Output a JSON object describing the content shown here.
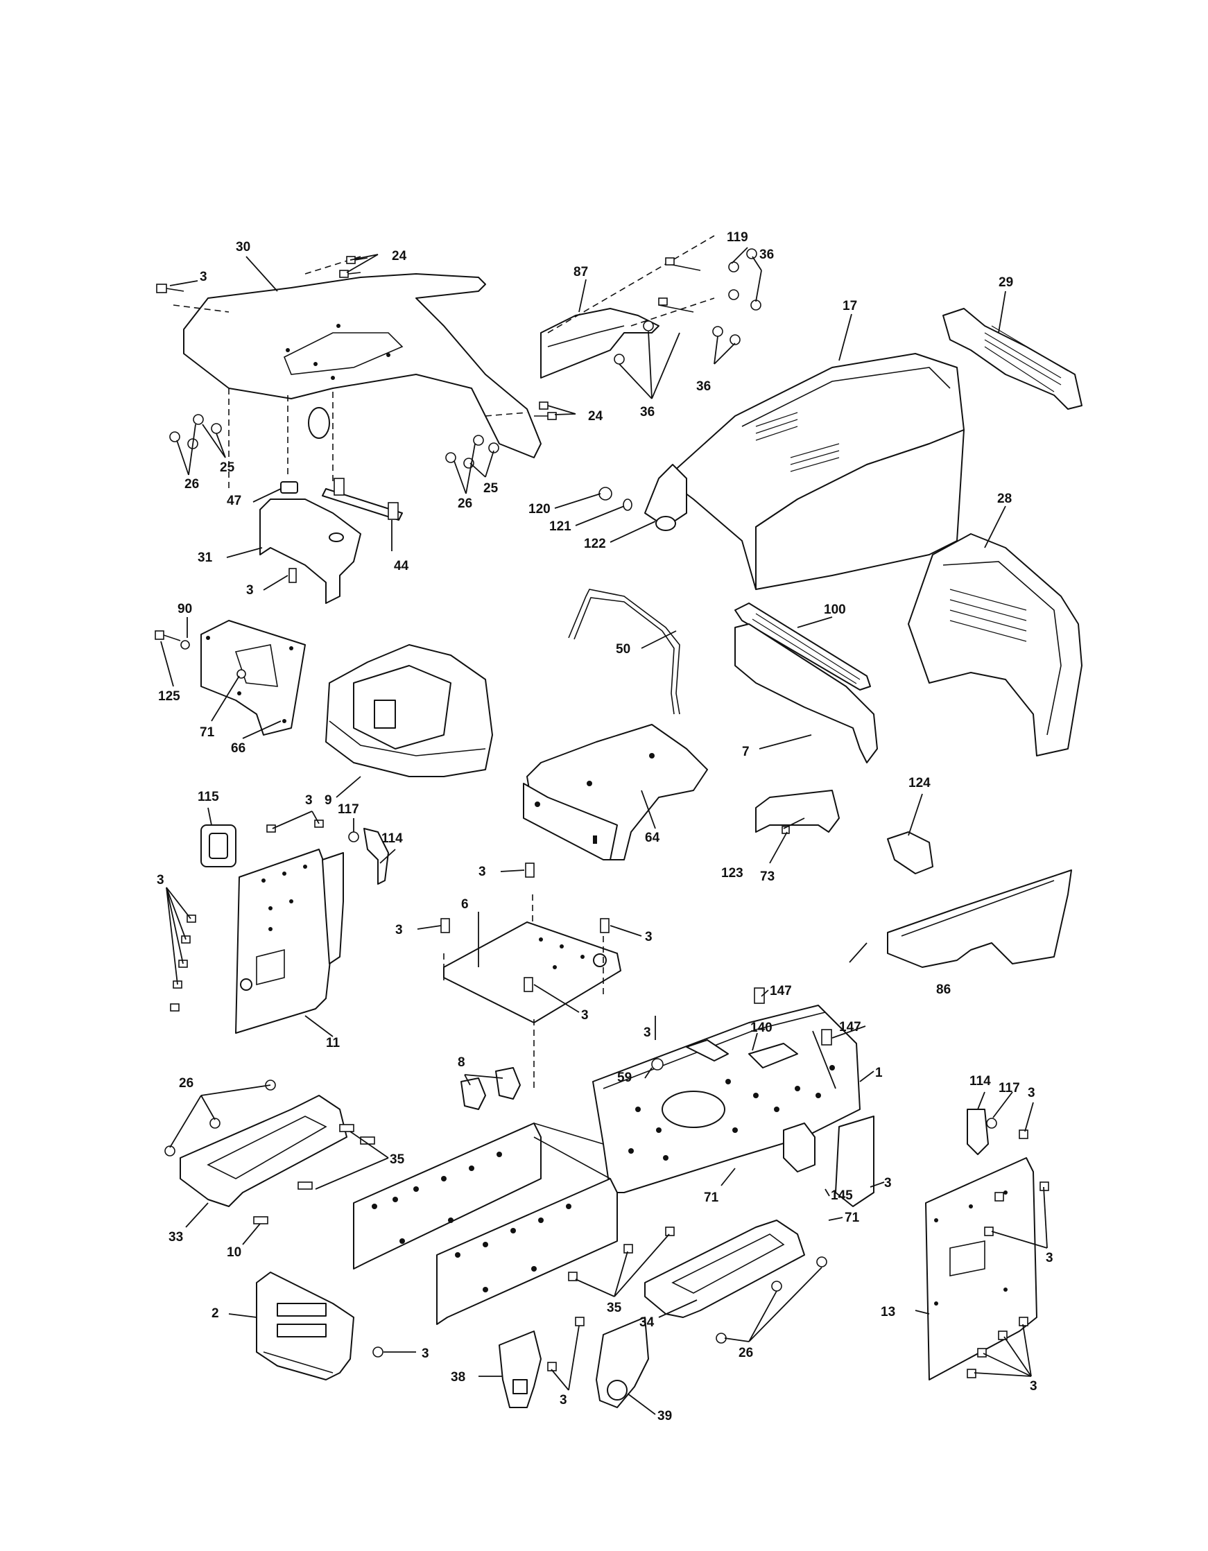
{
  "callouts": {
    "c30": "30",
    "c24a": "24",
    "c3a": "3",
    "c26a": "26",
    "c25a": "25",
    "c24b": "24",
    "c26b": "26",
    "c25b": "25",
    "c47": "47",
    "c44": "44",
    "c31": "31",
    "c3b": "3",
    "c87": "87",
    "c119": "119",
    "c36a": "36",
    "c36b": "36",
    "c36c": "36",
    "c17": "17",
    "c29": "29",
    "c120": "120",
    "c121": "121",
    "c122": "122",
    "c28": "28",
    "c50": "50",
    "c100": "100",
    "c7": "7",
    "c90": "90",
    "c125": "125",
    "c71a": "71",
    "c66": "66",
    "c9": "9",
    "c64": "64",
    "c124": "124",
    "c123": "123",
    "c73": "73",
    "c115": "115",
    "c3c": "3",
    "c117a": "117",
    "c114a": "114",
    "c3d": "3",
    "c11": "11",
    "c3e": "3",
    "c6": "6",
    "c3f": "3",
    "c3g": "3",
    "c3h": "3",
    "c86": "86",
    "c147a": "147",
    "c3i": "3",
    "c140": "140",
    "c147b": "147",
    "c8": "8",
    "c59": "59",
    "c1": "1",
    "c26c": "26",
    "c35a": "35",
    "c33": "33",
    "c10": "10",
    "c114b": "114",
    "c117b": "117",
    "c3j": "3",
    "c3k": "3",
    "c71b": "71",
    "c145": "145",
    "c71c": "71",
    "c3l": "3",
    "c13": "13",
    "c3m": "3",
    "c2": "2",
    "c3n": "3",
    "c35b": "35",
    "c34": "34",
    "c26d": "26",
    "c38": "38",
    "c3o": "3",
    "c39": "39"
  }
}
